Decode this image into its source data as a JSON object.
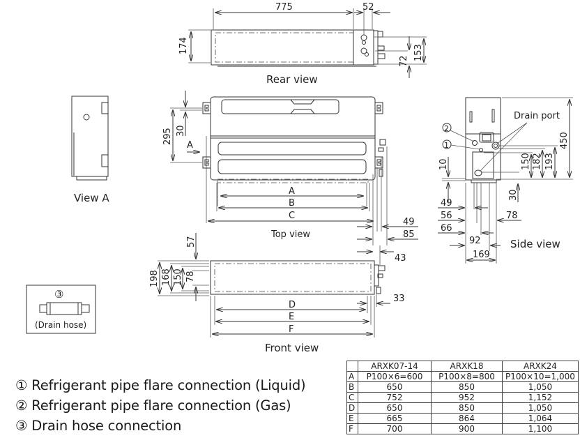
{
  "views": {
    "rear": {
      "title": "Rear view",
      "dims": {
        "width": "775",
        "pipe_offset": "52",
        "height": "174",
        "pipe_height_upper": "153",
        "pipe_height_lower": "72"
      }
    },
    "top": {
      "title": "Top view",
      "arrow_label": "A",
      "dims": {
        "hanger_depth": "295",
        "hanger_offset": "30",
        "A": "A",
        "B": "B",
        "C": "C",
        "right_1": "49",
        "right_2": "85"
      }
    },
    "front": {
      "title": "Front view",
      "dims": {
        "top_offset": "57",
        "h1": "198",
        "h2": "168",
        "h3": "150",
        "h4": "78",
        "right_1": "43",
        "right_2": "33",
        "D": "D",
        "E": "E",
        "F": "F"
      }
    },
    "side": {
      "title": "Side view",
      "drain_label": "Drain port",
      "callout_1": "1",
      "callout_2": "2",
      "dims": {
        "total_height": "450",
        "h193": "193",
        "h182": "182",
        "h150": "150",
        "h10": "10",
        "h30": "30",
        "w49": "49",
        "w56": "56",
        "w66": "66",
        "w78": "78",
        "w92": "92",
        "w169": "169"
      }
    },
    "view_a": {
      "title": "View A"
    },
    "drain_hose": {
      "callout": "③",
      "label": "(Drain hose)"
    }
  },
  "legend": [
    "① Refrigerant pipe flare connection (Liquid)",
    "② Refrigerant pipe flare connection (Gas)",
    "③ Drain hose connection"
  ],
  "dimension_table": {
    "headers": [
      "",
      "ARXK07-14",
      "ARXK18",
      "ARXK24"
    ],
    "rows": [
      [
        "A",
        "P100×6=600",
        "P100×8=800",
        "P100×10=1,000"
      ],
      [
        "B",
        "650",
        "850",
        "1,050"
      ],
      [
        "C",
        "752",
        "952",
        "1,152"
      ],
      [
        "D",
        "650",
        "850",
        "1,050"
      ],
      [
        "E",
        "665",
        "864",
        "1,064"
      ],
      [
        "F",
        "700",
        "900",
        "1,100"
      ]
    ]
  }
}
